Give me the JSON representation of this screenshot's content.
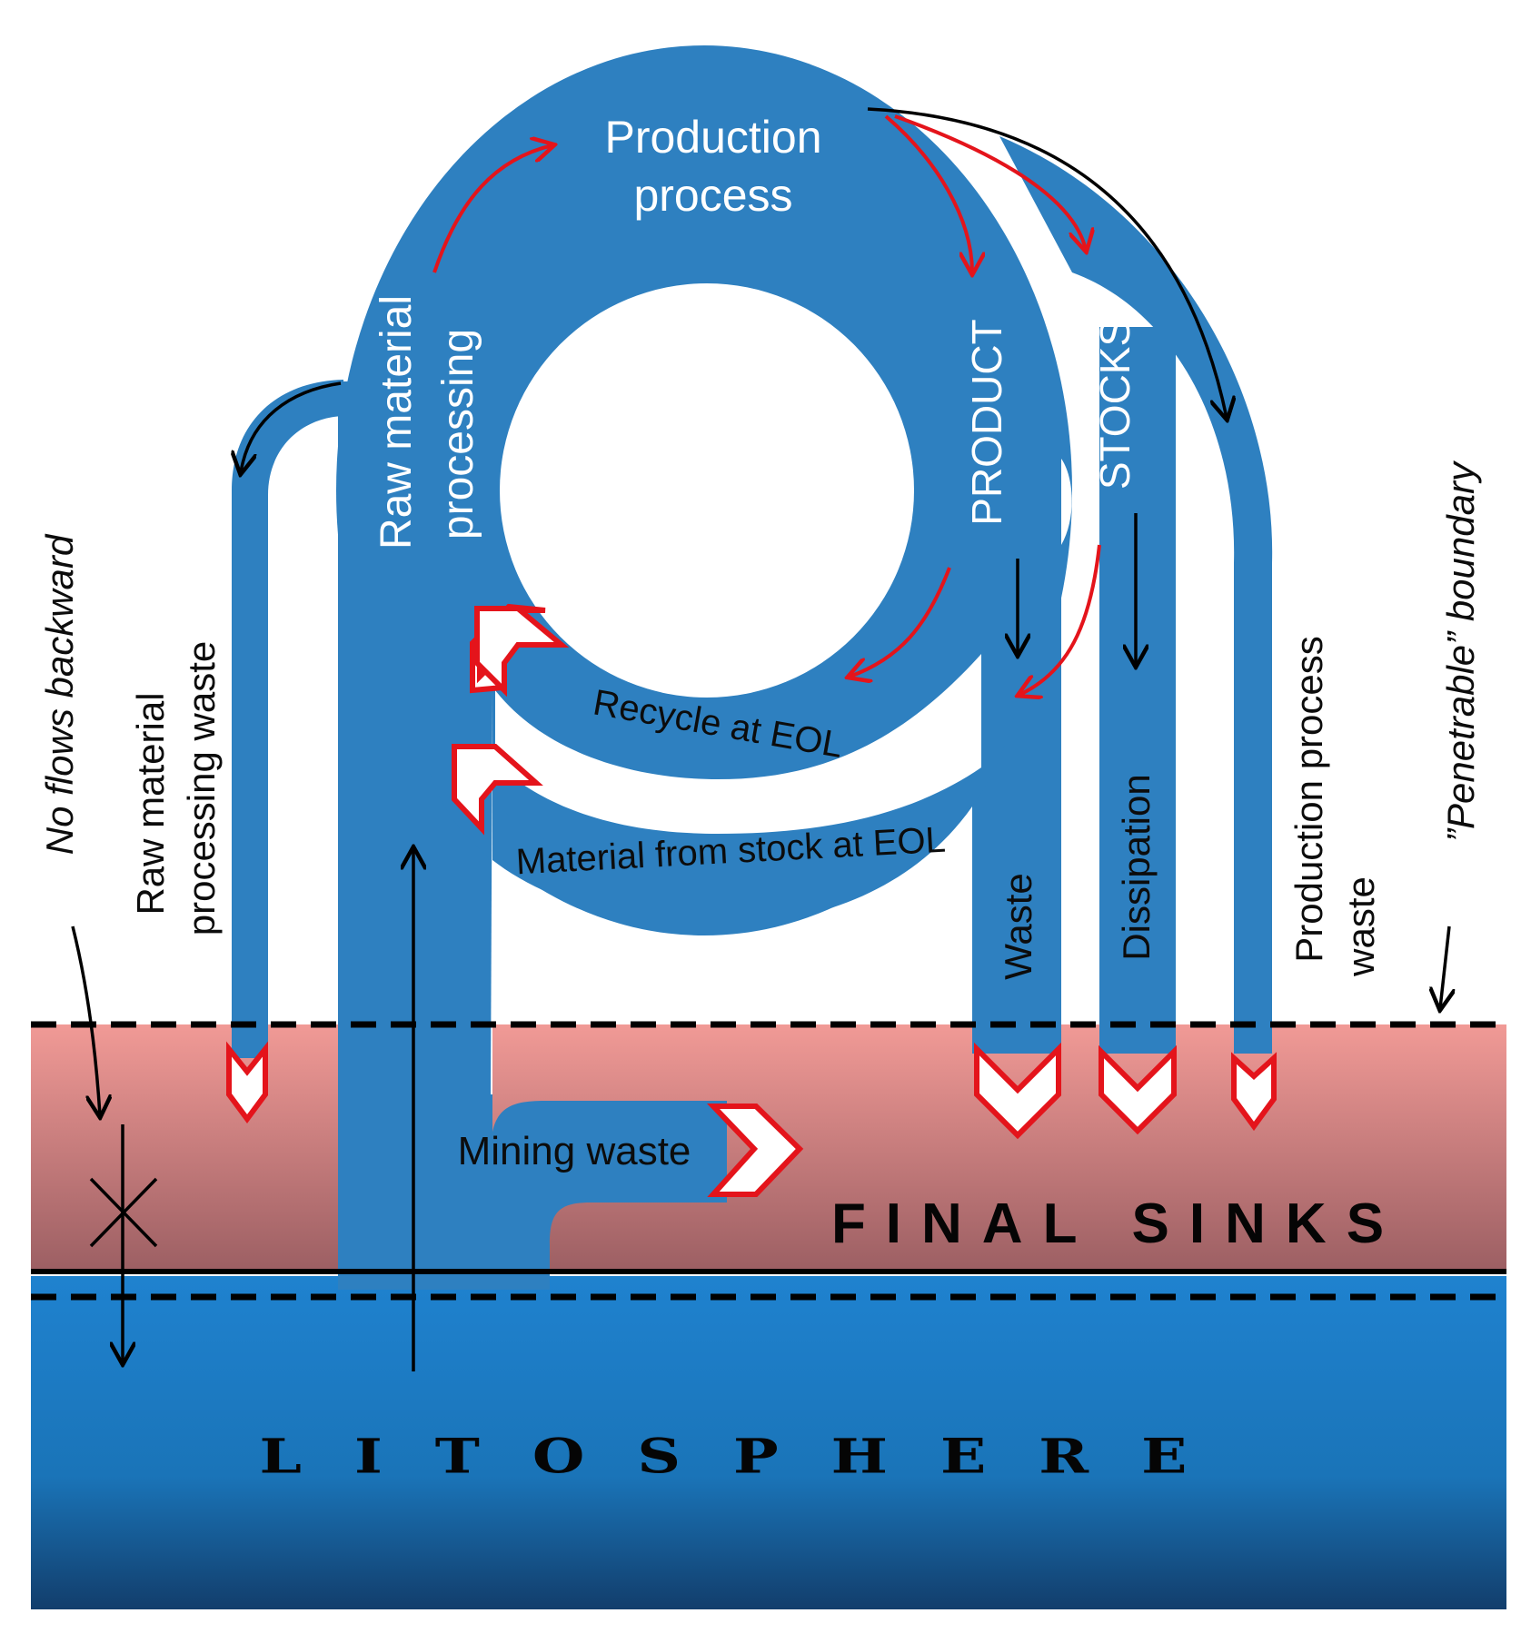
{
  "nodes": {
    "production_process_line1": "Production",
    "production_process_line2": "process",
    "raw_material_processing_line1": "Raw material",
    "raw_material_processing_line2": "processing",
    "product": "PRODUCT",
    "stocks": "STOCKS"
  },
  "flows": {
    "recycle_at_eol": "Recycle at EOL",
    "material_from_stock_at_eol": "Material from stock at EOL",
    "raw_material_processing_waste_line1": "Raw material",
    "raw_material_processing_waste_line2": "processing waste",
    "waste": "Waste",
    "dissipation": "Dissipation",
    "production_process_waste_line1": "Production process",
    "production_process_waste_line2": "waste",
    "mining_waste": "Mining waste"
  },
  "annotations": {
    "no_flows_backward": "No flows backward",
    "penetrable_boundary": "”Penetrable” boundary"
  },
  "regions": {
    "final_sinks": "FINAL SINKS",
    "litosphere": "LITOSPHERE"
  },
  "colors": {
    "flow_blue": "#2e80c0",
    "sinks_top": "#f19a96",
    "sinks_bottom": "#9c5f63",
    "litosphere_blue": "#1f7fc9",
    "arrow_red": "#e4141b"
  }
}
